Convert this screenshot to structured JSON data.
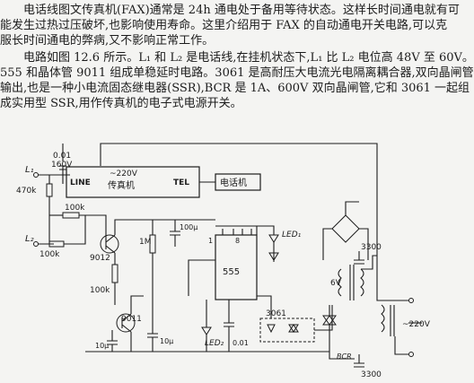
{
  "article": {
    "lines": [
      "　　电话线图文传真机(FAX)通常是 24h 通电处于备用等待状态。这样长时间通电就有可",
      "能发生过热过压破坏,也影响使用寿命。这里介绍用于 FAX 的自动通电开关电路,可以克",
      "服长时间通电的弊病,又不影响正常工作。",
      "　　电路如图 12.6 所示。L₁ 和 L₂ 是电话线,在挂机状态下,L₁ 比 L₂ 电位高 48V 至 60V。",
      "555 和晶体管 9011 组成单稳延时电路。3061 是高耐压大电流光电隔离耦合器,双向晶闸管",
      "输出,也是一种小电流固态继电器(SSR),BCR 是 1A、600V 双向晶闸管,它和 3061 一起组",
      "成实用型 SSR,用作传真机的电子式电源开关。"
    ]
  },
  "schematic": {
    "labels": {
      "cap_001": "0.01",
      "cap_160v": "160V",
      "r_470k": "470k",
      "l1": "L₁",
      "l2": "L₂",
      "r_100k_bottom": "100k",
      "r_100k_base": "100k",
      "fax_220v": "~220V",
      "fax_line": "LINE",
      "fax_name": "传真机",
      "fax_tel": "TEL",
      "telephone": "电话机",
      "cap_100u": "100μ",
      "r_1m": "1M",
      "pin_1": "1",
      "pin_8": "8",
      "ic_555": "555",
      "led1": "LED₁",
      "q_9012": "9012",
      "r_100k_mid": "100k",
      "q_9011": "9011",
      "cap_10u_a": "10μ",
      "cap_10u_b": "10μ",
      "led2": "LED₂",
      "cap_001_b": "0.01",
      "opto_3061": "3061",
      "bcr": "BCR",
      "cap_3300_top": "3300",
      "cap_3300_bottom": "3300",
      "v_6v": "6V",
      "v_220v": "~220V"
    }
  }
}
